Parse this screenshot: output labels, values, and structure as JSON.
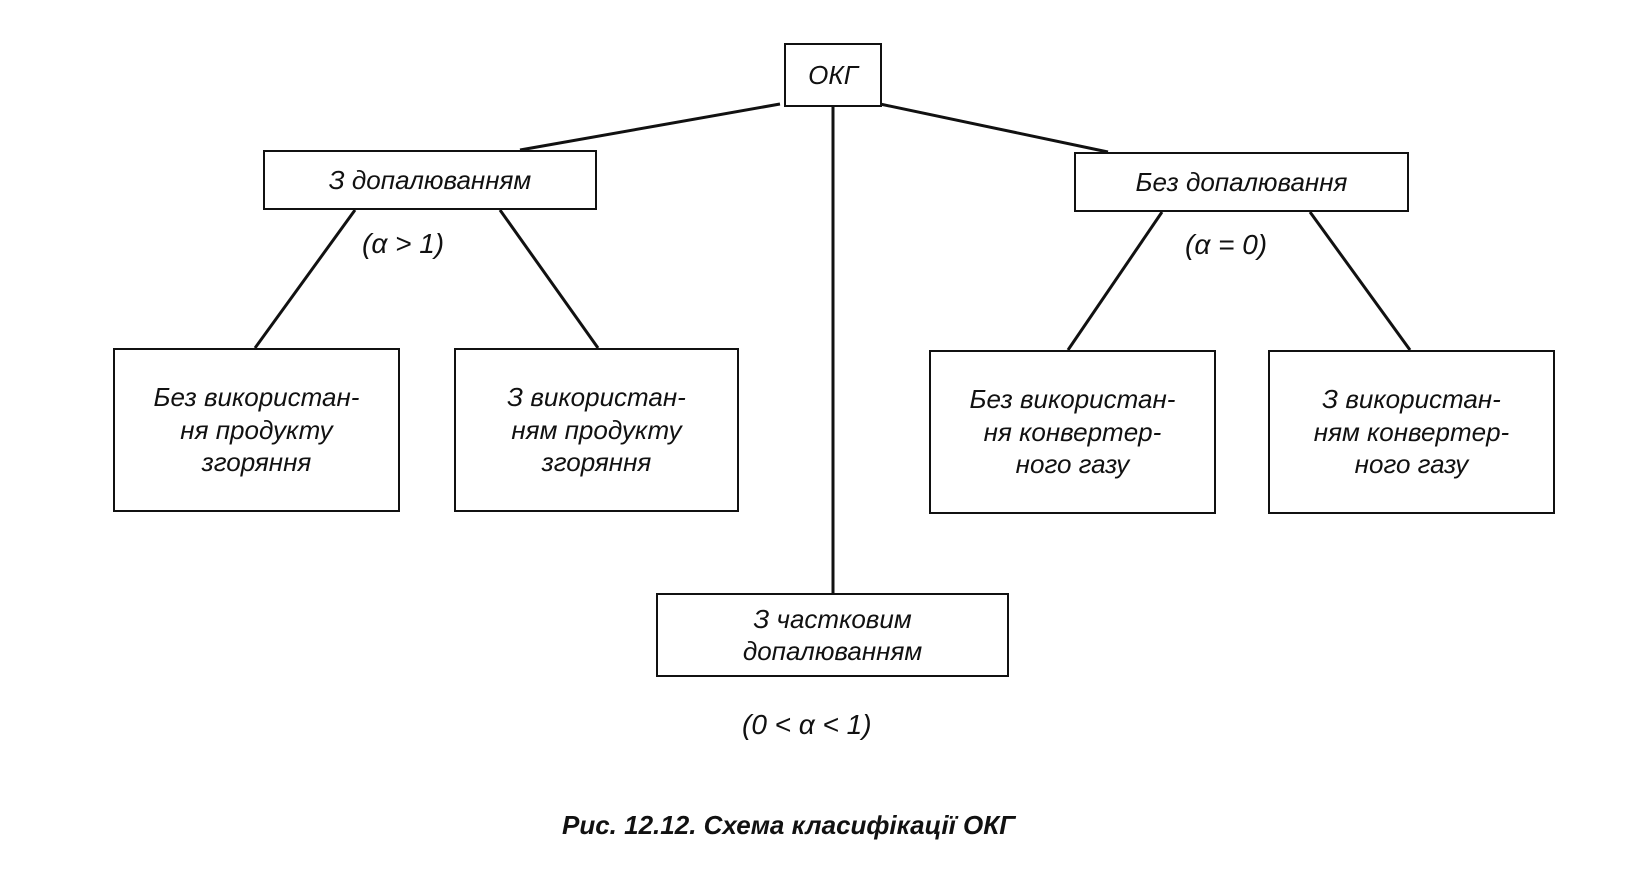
{
  "diagram": {
    "root": {
      "label": "ОКГ"
    },
    "left_branch": {
      "label": "З допалюванням",
      "condition": "(α > 1)",
      "children": [
        {
          "lines": [
            "Без використан-",
            "ня продукту",
            "згоряння"
          ]
        },
        {
          "lines": [
            "З використан-",
            "ням продукту",
            "згоряння"
          ]
        }
      ]
    },
    "right_branch": {
      "label": "Без допалювання",
      "condition": "(α = 0)",
      "children": [
        {
          "lines": [
            "Без використан-",
            "ня конвертер-",
            "ного газу"
          ]
        },
        {
          "lines": [
            "З використан-",
            "ням конвертер-",
            "ного газу"
          ]
        }
      ]
    },
    "middle_branch": {
      "lines": [
        "З частковим",
        "допалюванням"
      ],
      "condition": "(0 < α < 1)"
    }
  },
  "caption": "Рис. 12.12. Схема класифікації ОКГ"
}
